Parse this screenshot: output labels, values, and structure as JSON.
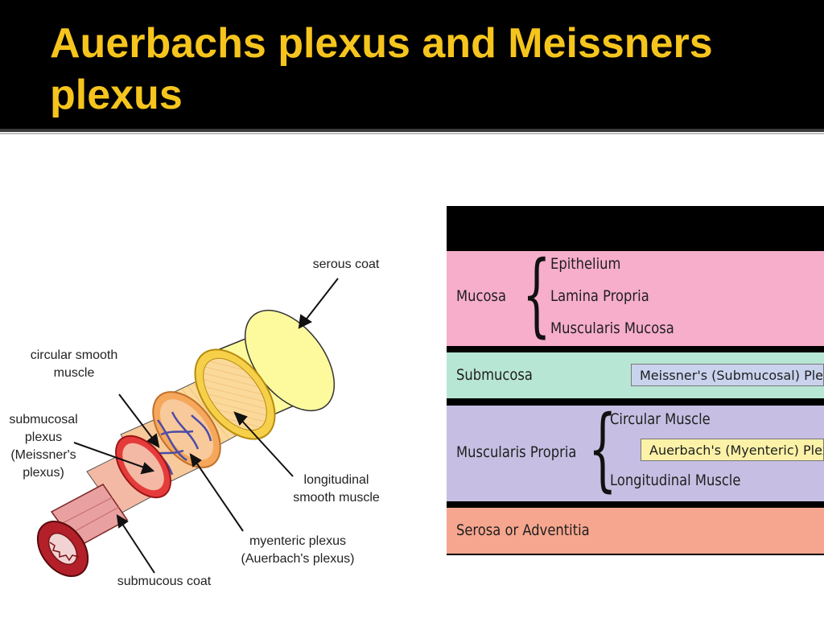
{
  "slide": {
    "title": "Auerbachs plexus and Meissners plexus"
  },
  "diagram": {
    "labels": {
      "serous_coat": "serous coat",
      "circular_smooth_muscle": "circular smooth muscle",
      "submucosal_plexus": "submucosal plexus (Meissner's plexus)",
      "longitudinal_smooth_muscle": "longitudinal smooth muscle",
      "myenteric_plexus": "myenteric plexus (Auerbach's plexus)",
      "submucous_coat": "submucous coat"
    }
  },
  "layers": {
    "mucosa": {
      "label": "Mucosa",
      "color": "#f6aeca",
      "sublayers": [
        "Epithelium",
        "Lamina Propria",
        "Muscularis Mucosa"
      ]
    },
    "submucosa": {
      "label": "Submucosa",
      "color": "#b8e6d4",
      "plexus": "Meissner's (Submucosal) Plexus",
      "plexus_color": "#c9d3ee"
    },
    "muscularis_propria": {
      "label": "Muscularis Propria",
      "color": "#c6bfe3",
      "circular": "Circular Muscle",
      "plexus": "Auerbach's (Myenteric) Plexus",
      "plexus_color": "#fbf2a8",
      "longitudinal": "Longitudinal Muscle"
    },
    "serosa": {
      "label": "Serosa or Adventitia",
      "color": "#f6a68e"
    }
  }
}
